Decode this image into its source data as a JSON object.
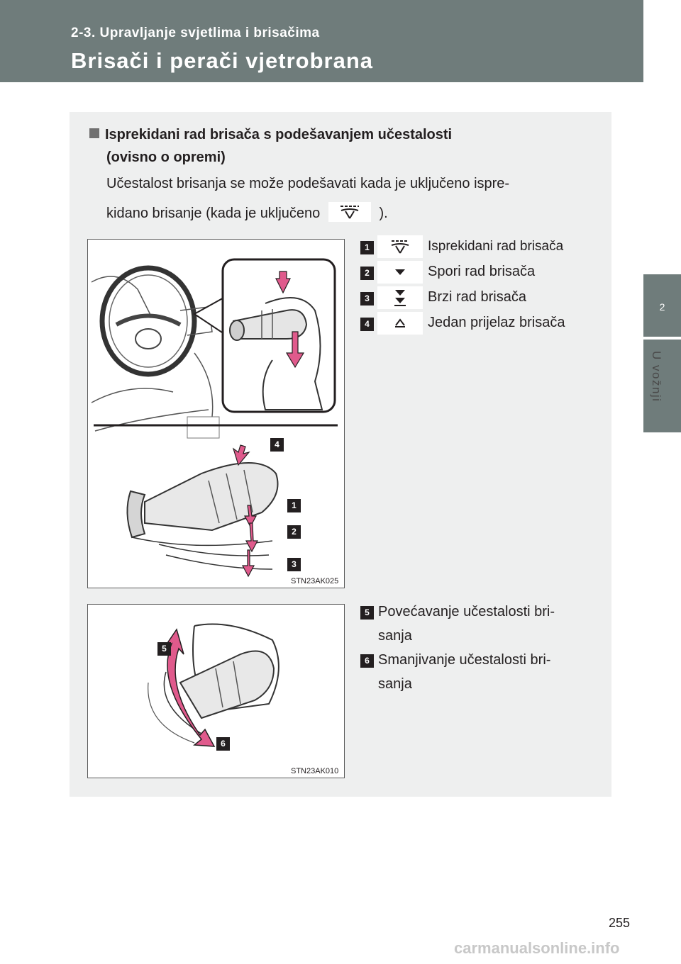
{
  "header": {
    "section": "2-3. Upravljanje svjetlima i brisačima",
    "title": "Brisači i perači vjetrobrana"
  },
  "side_tab": {
    "chapter_number": "2",
    "chapter_label": "U vožnji"
  },
  "heading": {
    "line1": "Isprekidani rad brisača s podešavanjem učestalosti",
    "line2": "(ovisno o opremi)"
  },
  "paragraph": {
    "line1": "Učestalost brisanja se može podešavati kada je uključeno ispre-",
    "line2_before": "kidano brisanje (kada je uključeno",
    "line2_after": ")."
  },
  "figure1": {
    "code": "STN23AK025",
    "labels": [
      "4",
      "1",
      "2",
      "3"
    ]
  },
  "figure2": {
    "code": "STN23AK010",
    "labels": [
      "5",
      "6"
    ]
  },
  "legend": [
    {
      "num": "1",
      "icon": "intermittent-wiper-icon",
      "text": "Isprekidani rad brisača"
    },
    {
      "num": "2",
      "icon": "single-chevron-down-icon",
      "text": "Spori rad brisača"
    },
    {
      "num": "3",
      "icon": "double-chevron-down-icon",
      "text": "Brzi rad brisača"
    },
    {
      "num": "4",
      "icon": "chevron-up-icon",
      "text": "Jedan prijelaz brisača"
    }
  ],
  "frequency": [
    {
      "num": "5",
      "line1": "Povećavanje učestalosti bri-",
      "line2": "sanja"
    },
    {
      "num": "6",
      "line1": "Smanjivanje učestalosti bri-",
      "line2": "sanja"
    }
  ],
  "page_number": "255",
  "watermark": "carmanualsonline.info",
  "colors": {
    "header": "#6f7c7b",
    "panel": "#eeefef",
    "arrow": "#e05a8c",
    "text": "#231f20"
  }
}
